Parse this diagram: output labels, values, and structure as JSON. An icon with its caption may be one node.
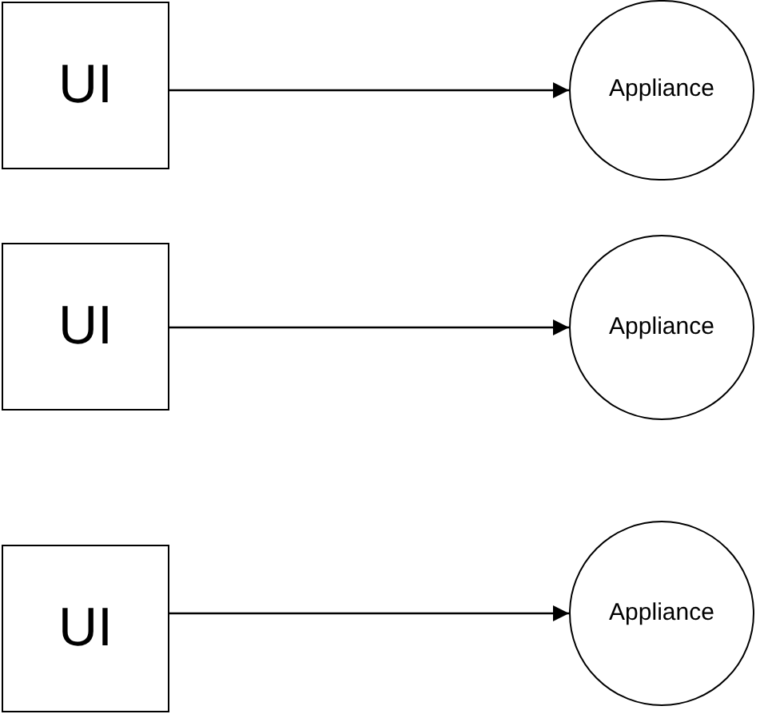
{
  "diagram": {
    "nodes": [
      {
        "text": [
          "UI"
        ]
      },
      {
        "text": [
          "Appliance"
        ]
      },
      {
        "text": [
          "UI"
        ]
      },
      {
        "text": [
          "Appliance"
        ]
      },
      {
        "text": [
          "UI"
        ]
      },
      {
        "text": [
          "Appliance"
        ]
      }
    ],
    "edges": [
      {
        "from": 0,
        "to": 1,
        "arrow": "to"
      },
      {
        "from": 2,
        "to": 3,
        "arrow": "to"
      },
      {
        "from": 4,
        "to": 5,
        "arrow": "to"
      }
    ]
  }
}
